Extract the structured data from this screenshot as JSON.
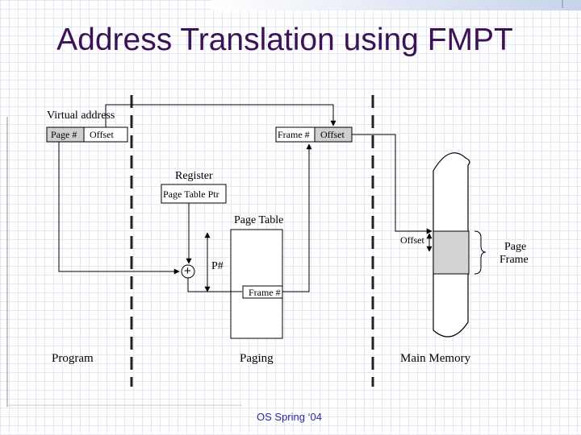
{
  "slide": {
    "title": "Address Translation using FMPT",
    "footer": "OS Spring ‘04"
  },
  "diagram": {
    "virtual_address_label": "Virtual address",
    "page_num_field": "Page #",
    "offset_field": "Offset",
    "frame_num_field": "Frame #",
    "result_offset_field": "Offset",
    "register_label": "Register",
    "page_table_ptr": "Page Table Ptr",
    "page_table_label": "Page Table",
    "adder_symbol": "+",
    "pnum_label": "P#",
    "frame_entry": "Frame #",
    "offset_in_frame": "Offset",
    "page_frame_label_line1": "Page",
    "page_frame_label_line2": "Frame",
    "section_program": "Program",
    "section_paging": "Paging",
    "section_main_memory": "Main Memory"
  }
}
